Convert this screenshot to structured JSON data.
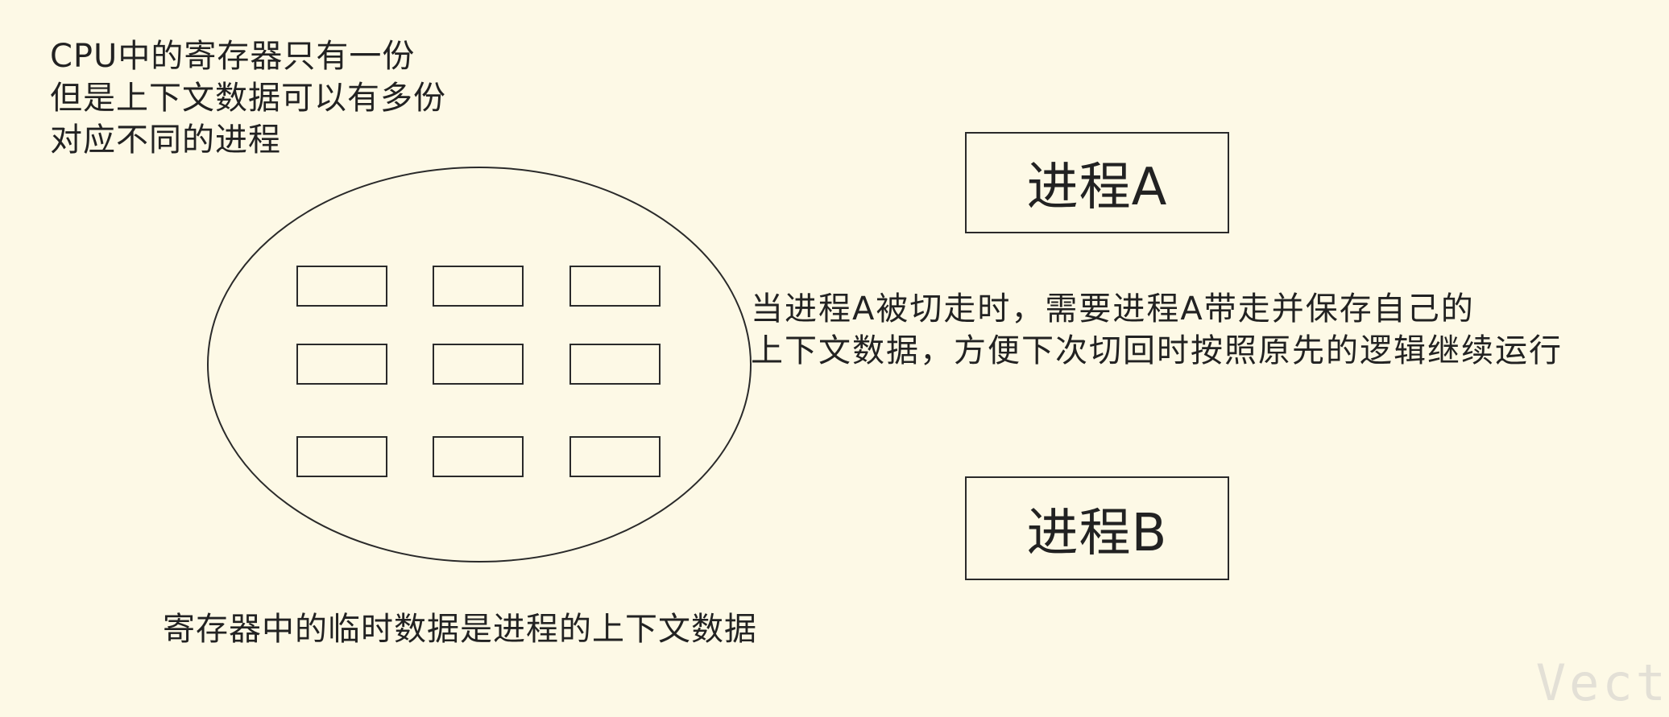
{
  "top_note": {
    "line1": "CPU中的寄存器只有一份",
    "line2": "但是上下文数据可以有多份",
    "line3": "对应不同的进程"
  },
  "process_a": {
    "label": "进程A"
  },
  "process_b": {
    "label": "进程B"
  },
  "middle_note": {
    "line1": "当进程A被切走时，需要进程A带走并保存自己的",
    "line2": "上下文数据，方便下次切回时按照原先的逻辑继续运行"
  },
  "bottom_note": "寄存器中的临时数据是进程的上下文数据",
  "cpu_registers": {
    "rows": 3,
    "columns": 3
  },
  "watermark": "Vect",
  "colors": {
    "background": "#fdf9e6",
    "stroke": "#2a2a2a",
    "text": "#222222"
  }
}
